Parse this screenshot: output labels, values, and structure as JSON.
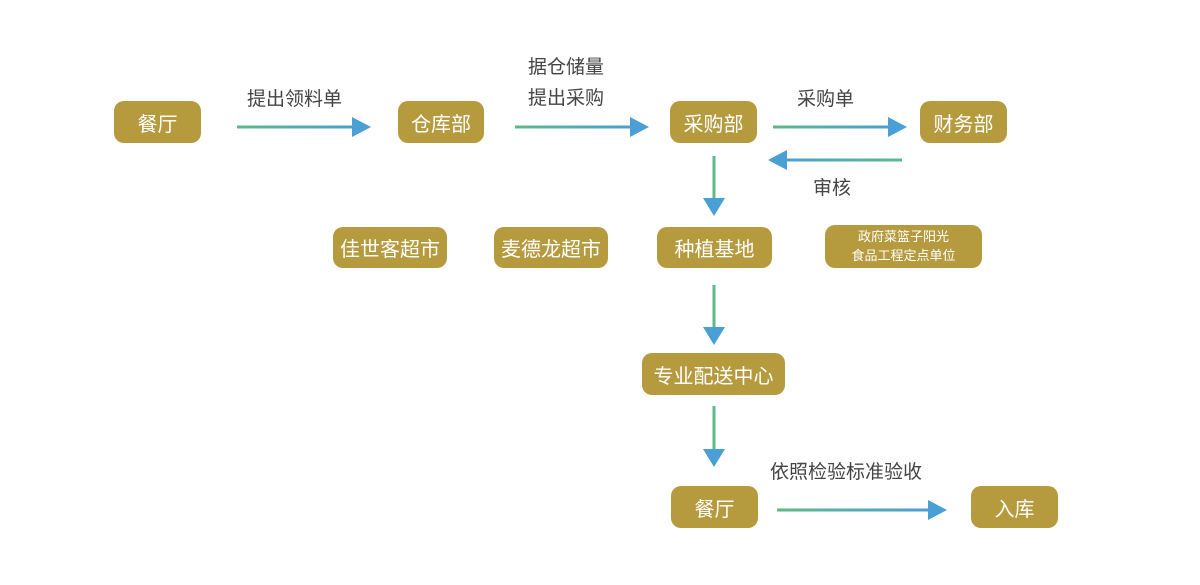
{
  "nodes": {
    "restaurant_top": "餐厅",
    "warehouse": "仓库部",
    "purchasing": "采购部",
    "finance": "财务部",
    "jiashike": "佳世客超市",
    "metro": "麦德龙超市",
    "farm": "种植基地",
    "gov_line1": "政府菜篮子阳光",
    "gov_line2": "食品工程定点单位",
    "distribution": "专业配送中心",
    "restaurant_bottom": "餐厅",
    "storage": "入库"
  },
  "edge_labels": {
    "requisition": "提出领料单",
    "stock_line1": "据仓储量",
    "stock_line2": "提出采购",
    "purchase_order": "采购单",
    "audit": "审核",
    "inspection": "依照检验标准验收"
  },
  "colors": {
    "node_fill": "#b59a3e",
    "node_text": "#ffffff",
    "arrow_head": "#4a9fd4",
    "arrow_tail": "#5fb88a",
    "label_text": "#444444"
  }
}
